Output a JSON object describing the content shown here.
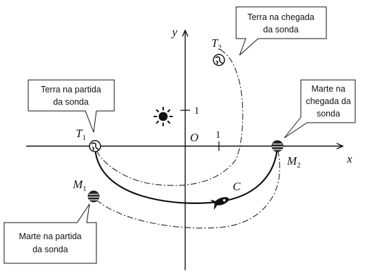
{
  "axes": {
    "x_label": "x",
    "y_label": "y",
    "origin_label": "O",
    "x_tick_label": "1",
    "y_tick_label": "1"
  },
  "points": {
    "T1": {
      "letter": "T",
      "sub": "1"
    },
    "T2": {
      "letter": "T",
      "sub": "2"
    },
    "M1": {
      "letter": "M",
      "sub": "1"
    },
    "M2": {
      "letter": "M",
      "sub": "2"
    },
    "C": {
      "letter": "C"
    }
  },
  "callouts": {
    "earth_arrival": {
      "lines": [
        "Terra na chegada",
        "da sonda"
      ]
    },
    "earth_departure": {
      "lines": [
        "Terra na partida",
        "da sonda"
      ]
    },
    "mars_arrival": {
      "lines": [
        "Marte na",
        "chegada da",
        "sonda"
      ]
    },
    "mars_departure": {
      "lines": [
        "Marte na partida",
        "da sonda"
      ]
    }
  },
  "icons": {
    "sun": "sun-icon",
    "earth": "earth-icon",
    "mars": "mars-icon",
    "probe": "rocket-icon"
  },
  "colors": {
    "ink": "#111111"
  }
}
